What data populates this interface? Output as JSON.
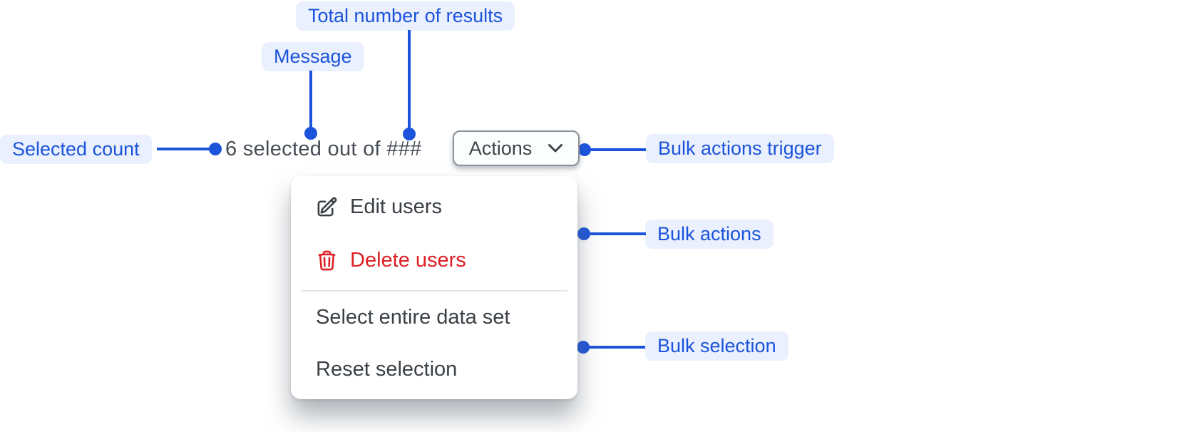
{
  "colors": {
    "accent_blue": "#1B54DB",
    "badge_bg": "#EAF0FD",
    "danger_red": "#DE1F26",
    "text_dark": "#3A4046"
  },
  "annotations": {
    "total_results": {
      "label": "Total number of results"
    },
    "message": {
      "label": "Message"
    },
    "selected_count": {
      "label": "Selected count"
    },
    "bulk_actions_trigger": {
      "label": "Bulk actions trigger"
    },
    "bulk_actions": {
      "label": "Bulk actions"
    },
    "bulk_selection": {
      "label": "Bulk selection"
    }
  },
  "selection_bar": {
    "message": "6 selected out of ###",
    "actions_button_label": "Actions"
  },
  "menu": {
    "items": [
      {
        "label": "Edit users",
        "icon": "edit-icon",
        "danger": false
      },
      {
        "label": "Delete users",
        "icon": "trash-icon",
        "danger": true
      },
      {
        "label": "Select entire data set",
        "icon": null,
        "danger": false
      },
      {
        "label": "Reset selection",
        "icon": null,
        "danger": false
      }
    ]
  }
}
